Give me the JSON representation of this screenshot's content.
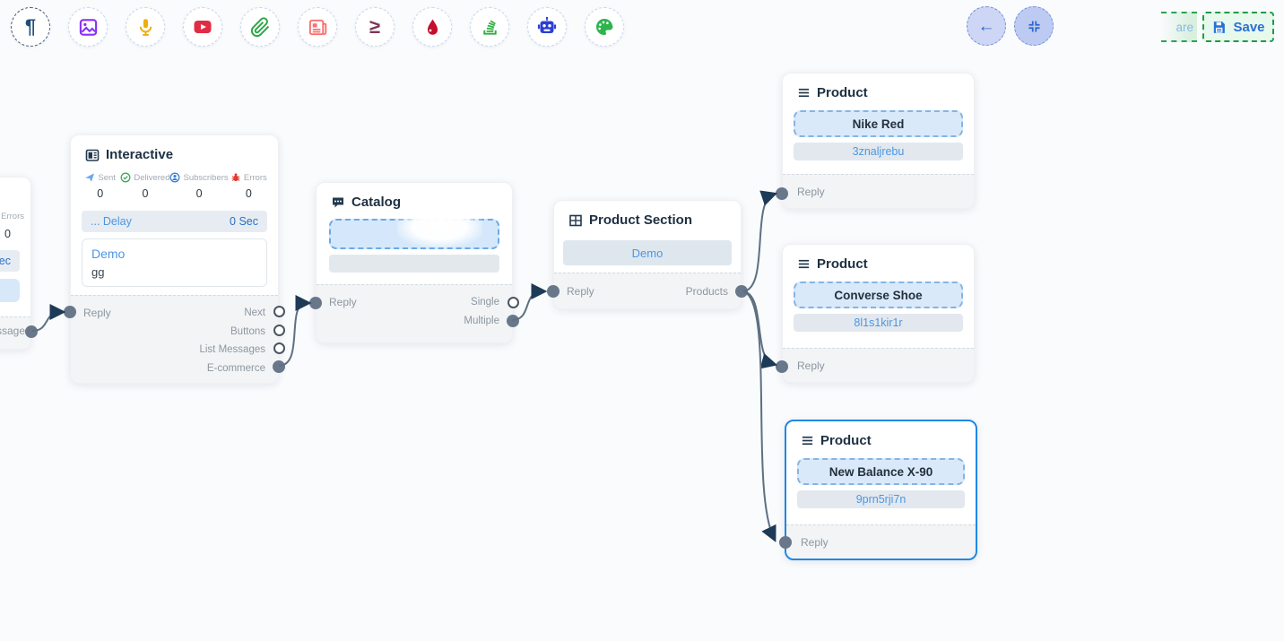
{
  "toolbar": {
    "glyphs": {
      "pilcrow": "¶",
      "gte": "≥"
    },
    "icons": [
      "pilcrow",
      "image",
      "microphone",
      "youtube",
      "paperclip",
      "newspaper",
      "greater-equal",
      "droplet",
      "stack",
      "robot",
      "palette"
    ]
  },
  "header_actions": {
    "back_glyph": "←",
    "save_label": "Save",
    "share_fragment": "are"
  },
  "nodes": {
    "partial": {
      "errors_label": "Errors",
      "errors_value": "0",
      "delay_fragment": "Sec",
      "footer_fragment": "essage"
    },
    "interactive": {
      "title": "Interactive",
      "stats": [
        {
          "label": "Sent",
          "value": "0"
        },
        {
          "label": "Delivered",
          "value": "0"
        },
        {
          "label": "Subscribers",
          "value": "0"
        },
        {
          "label": "Errors",
          "value": "0"
        }
      ],
      "delay_label": "... Delay",
      "delay_value": "0 Sec",
      "message_title": "Demo",
      "message_text": "gg",
      "reply_label": "Reply",
      "outputs": [
        {
          "label": "Next",
          "connected": false
        },
        {
          "label": "Buttons",
          "connected": false
        },
        {
          "label": "List Messages",
          "connected": false
        },
        {
          "label": "E-commerce",
          "connected": true
        }
      ]
    },
    "catalog": {
      "title": "Catalog",
      "reply_label": "Reply",
      "outputs": [
        {
          "label": "Single",
          "connected": false
        },
        {
          "label": "Multiple",
          "connected": true
        }
      ]
    },
    "product_section": {
      "title": "Product Section",
      "value": "Demo",
      "reply_label": "Reply",
      "output_label": "Products"
    },
    "products": [
      {
        "title": "Product",
        "name": "Nike Red",
        "retailer_id": "3znaljrebu",
        "reply_label": "Reply",
        "selected": false
      },
      {
        "title": "Product",
        "name": "Converse Shoe",
        "retailer_id": "8l1s1kir1r",
        "reply_label": "Reply",
        "selected": false
      },
      {
        "title": "Product",
        "name": "New Balance X-90",
        "retailer_id": "9prn5rji7n",
        "reply_label": "Reply",
        "selected": true
      }
    ]
  },
  "edges": [
    {
      "from": "partial-message",
      "to": "interactive-reply"
    },
    {
      "from": "interactive-e-commerce",
      "to": "catalog-reply"
    },
    {
      "from": "catalog-multiple",
      "to": "product-section-reply"
    },
    {
      "from": "product-section-products",
      "to": "product-1-reply"
    },
    {
      "from": "product-section-products",
      "to": "product-2-reply"
    },
    {
      "from": "product-section-products",
      "to": "product-3-reply"
    }
  ],
  "colors": {
    "accent_blue": "#4a97e4",
    "selected_border": "#1e88e5",
    "save_green": "#1f9d44",
    "edge": "#5d7082"
  }
}
